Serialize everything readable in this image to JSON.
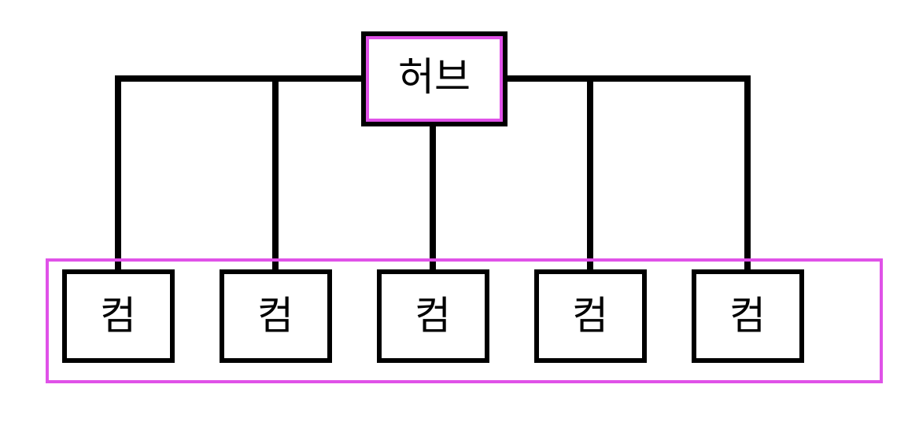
{
  "hub": {
    "label": "허브"
  },
  "computers": [
    {
      "label": "컴"
    },
    {
      "label": "컴"
    },
    {
      "label": "컴"
    },
    {
      "label": "컴"
    },
    {
      "label": "컴"
    }
  ],
  "colors": {
    "highlight": "#e052e8",
    "line": "#000000",
    "background": "#ffffff"
  }
}
